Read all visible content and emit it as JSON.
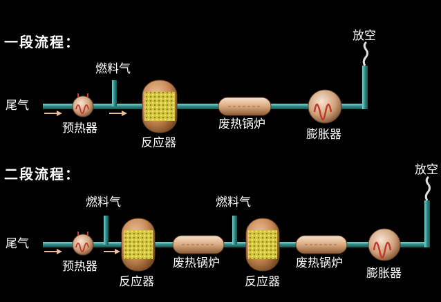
{
  "title": "",
  "section1": {
    "label": "一段流程：",
    "inlet": "尾气",
    "fuel": "燃料气",
    "preheater": "预热器",
    "reactor": "反应器",
    "boiler": "废热锅炉",
    "expander": "膨胀器",
    "vent": "放空"
  },
  "section2": {
    "label": "二段流程：",
    "inlet": "尾气",
    "fuel1": "燃料气",
    "fuel2": "燃料气",
    "preheater": "预热器",
    "reactor1": "反应器",
    "boiler1": "废热锅炉",
    "reactor2": "反应器",
    "boiler2": "废热锅炉",
    "expander": "膨胀器",
    "vent": "放空"
  },
  "colors": {
    "pipe": "#2e8a86",
    "reactor_shell": "#c98a55",
    "catalyst": "#d8c840",
    "arrow": "#e8c09a"
  }
}
